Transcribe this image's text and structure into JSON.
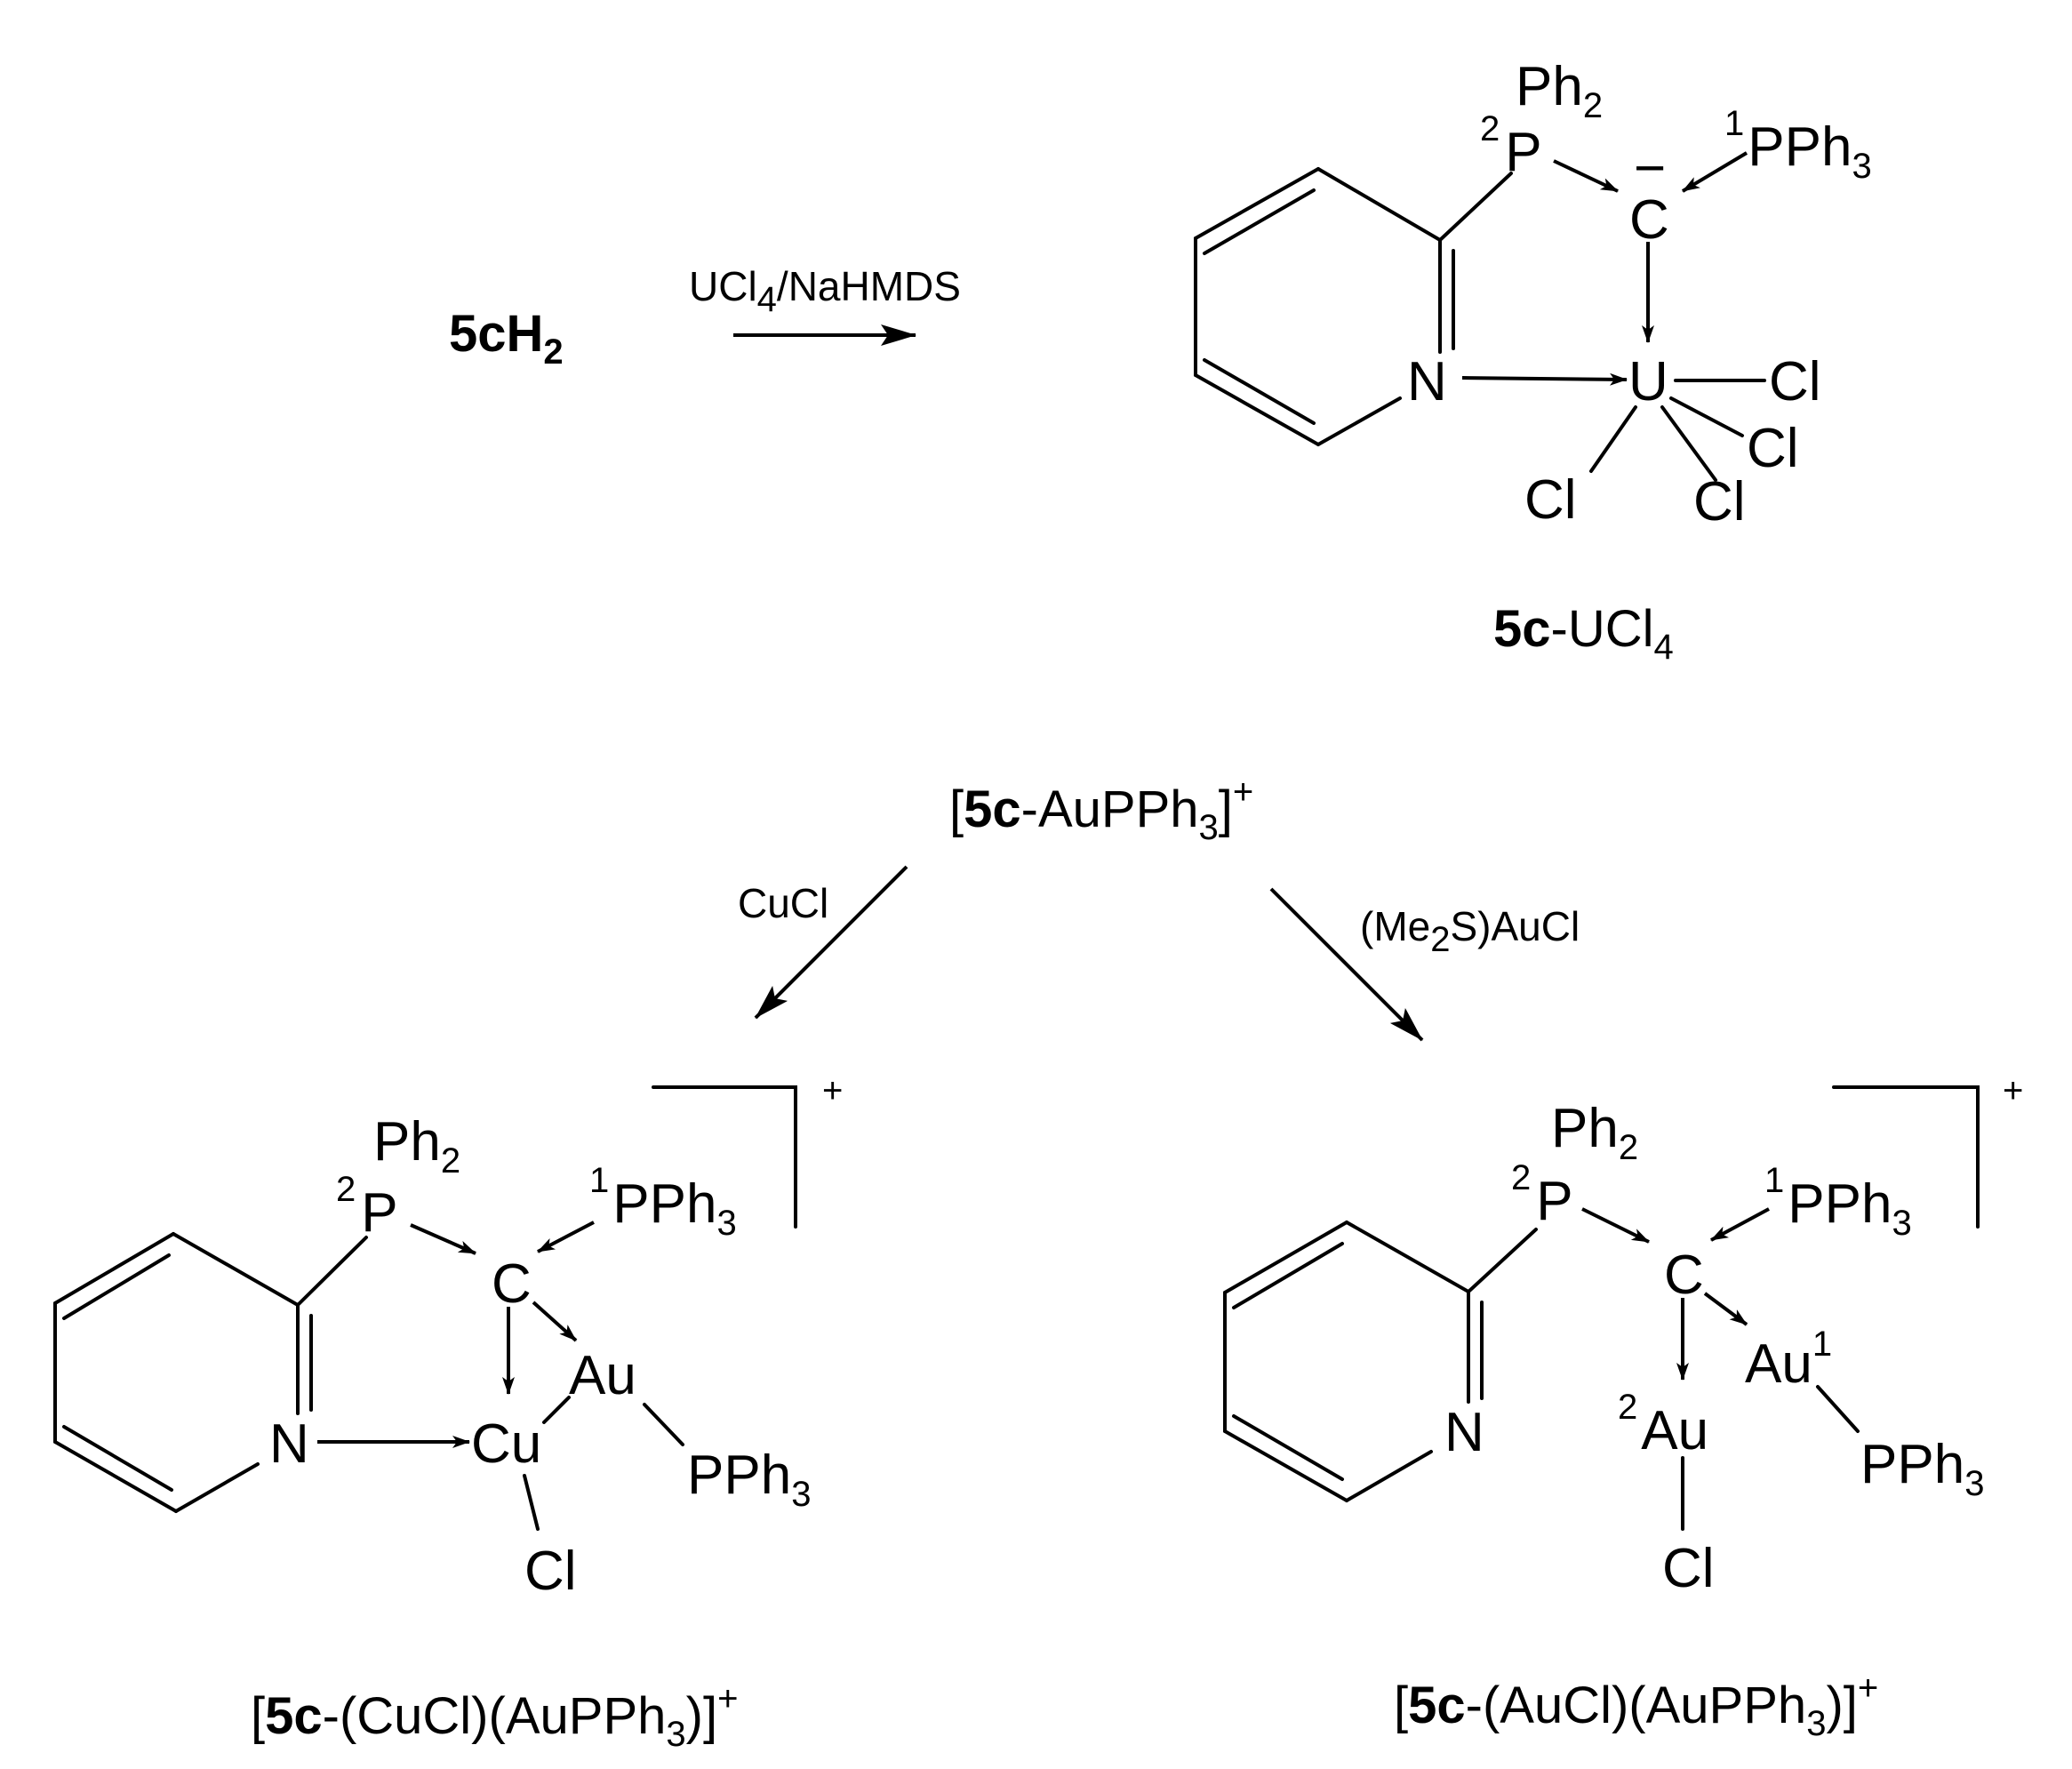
{
  "reaction_1": {
    "reactant": {
      "main": "5cH",
      "sub": "2"
    },
    "reagent": {
      "a": "UCl",
      "sub": "4",
      "b": "/NaHMDS"
    }
  },
  "uranium_complex": {
    "ph2": {
      "main": "Ph",
      "sub": "2"
    },
    "p_label": {
      "num": "2",
      "atom": "P"
    },
    "pph3": {
      "num": "1",
      "main": "PPh",
      "sub": "3"
    },
    "carbanion": {
      "atom": "C",
      "charge": "−"
    },
    "n_atom": "N",
    "u_atom": "U",
    "cl": "Cl",
    "caption": {
      "bold": "5c",
      "rest": "-UCl",
      "sub": "4"
    }
  },
  "gold_cation": {
    "open": "[",
    "bold": "5c",
    "rest": "-AuPPh",
    "sub": "3",
    "close": "]",
    "charge": "+"
  },
  "reaction_left": {
    "reagent": "CuCl"
  },
  "reaction_right": {
    "reagent": {
      "a": "(Me",
      "sub": "2",
      "b": "S)AuCl"
    }
  },
  "copper_complex": {
    "charge": "+",
    "ph2": {
      "main": "Ph",
      "sub": "2"
    },
    "p_label": {
      "num": "2",
      "atom": "P"
    },
    "pph3_top": {
      "num": "1",
      "main": "PPh",
      "sub": "3"
    },
    "c_atom": "C",
    "au_atom": "Au",
    "n_atom": "N",
    "cu_atom": "Cu",
    "pph3_bottom": {
      "main": "PPh",
      "sub": "3"
    },
    "cl": "Cl",
    "caption": {
      "open": "[",
      "bold": "5c",
      "rest": "-(CuCl)(AuPPh",
      "sub": "3",
      "close": ")]",
      "charge": "+"
    }
  },
  "digold_complex": {
    "charge": "+",
    "ph2": {
      "main": "Ph",
      "sub": "2"
    },
    "p_label": {
      "num": "2",
      "atom": "P"
    },
    "pph3_top": {
      "num": "1",
      "main": "PPh",
      "sub": "3"
    },
    "c_atom": "C",
    "au1": {
      "atom": "Au",
      "num": "1"
    },
    "au2": {
      "num": "2",
      "atom": "Au"
    },
    "n_atom": "N",
    "pph3_bottom": {
      "main": "PPh",
      "sub": "3"
    },
    "cl": "Cl",
    "caption": {
      "open": "[",
      "bold": "5c",
      "rest": "-(AuCl)(AuPPh",
      "sub": "3",
      "close": ")]",
      "charge": "+"
    }
  }
}
